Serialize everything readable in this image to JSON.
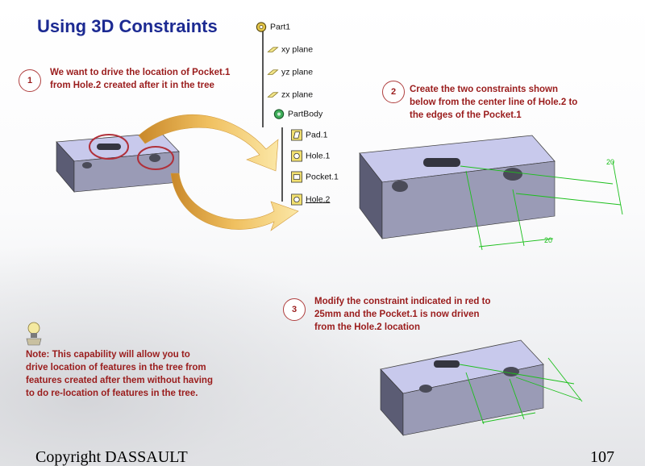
{
  "title": "Using 3D Constraints",
  "steps": [
    {
      "number": "1",
      "lines": [
        "We want to drive the location of Pocket.1",
        "from Hole.2  created after it in the tree"
      ]
    },
    {
      "number": "2",
      "lines": [
        " Create the two constraints shown",
        "below from the center line of Hole.2 to",
        "the edges of the Pocket.1"
      ]
    },
    {
      "number": "3",
      "lines": [
        "Modify the constraint indicated in red to",
        "25mm and the Pocket.1  is now driven",
        "from the Hole.2 location"
      ]
    }
  ],
  "tree": {
    "root": "Part1",
    "planes": [
      "xy plane",
      "yz plane",
      "zx plane"
    ],
    "body": "PartBody",
    "features": [
      "Pad.1",
      "Hole.1",
      "Pocket.1",
      "Hole.2"
    ]
  },
  "dimensions": {
    "d1": "20",
    "d2": "20"
  },
  "note": [
    "Note: This capability will allow you to",
    "drive location of features in the tree from",
    "features created after them without having",
    "to do re-location of features in the tree."
  ],
  "footer": {
    "copyright": "Copyright DASSAULT",
    "page_number": "107"
  },
  "colors": {
    "title": "#1c2a92",
    "step_text": "#9a1c1c",
    "part_top": "#c8c9ec",
    "constraint": "#1cbf1c"
  }
}
